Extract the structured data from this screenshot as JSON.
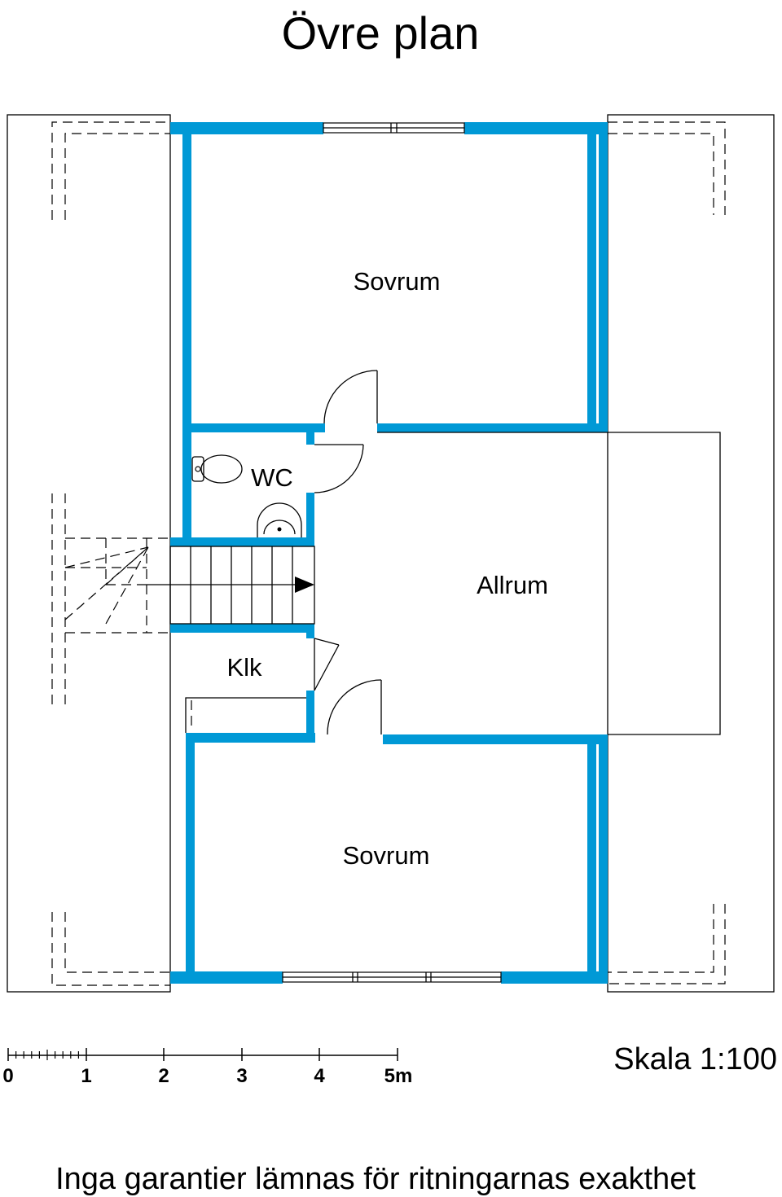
{
  "title": "Övre plan",
  "rooms": {
    "sovrum_top": "Sovrum",
    "wc": "WC",
    "allrum": "Allrum",
    "klk": "Klk",
    "sovrum_bottom": "Sovrum"
  },
  "scale": {
    "label": "Skala 1:100",
    "ticks": [
      "0",
      "1",
      "2",
      "3",
      "4",
      "5m"
    ]
  },
  "disclaimer": "Inga garantier lämnas för ritningarnas exakthet",
  "colors": {
    "wall": "#0099d6",
    "line": "#000000",
    "background": "#ffffff"
  }
}
